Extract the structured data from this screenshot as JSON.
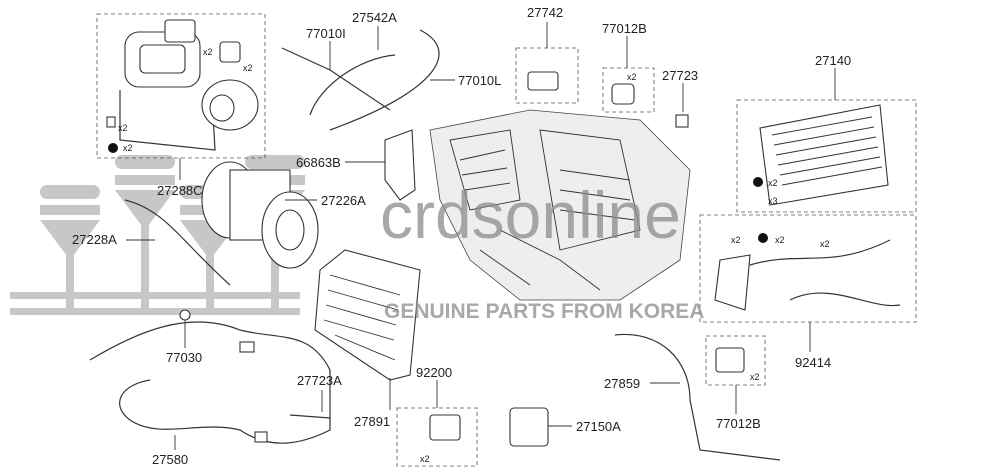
{
  "labels": {
    "p27542A": "27542A",
    "p77010I": "77010I",
    "p77010L": "77010L",
    "p27742": "27742",
    "p77012B_top": "77012B",
    "p27723": "27723",
    "p27140": "27140",
    "p66863B": "66863B",
    "p27288C": "27288C",
    "p27226A": "27226A",
    "p27228A": "27228A",
    "p77030": "77030",
    "p27723A": "27723A",
    "p27580": "27580",
    "p27891": "27891",
    "p92200": "92200",
    "p27150A": "27150A",
    "p27859": "27859",
    "p77012B_bottom": "77012B",
    "p92414": "92414"
  },
  "quantities": {
    "x2": "x2",
    "x3": "x3"
  },
  "watermark": {
    "brand": "crdsonline",
    "tagline": "GENUINE PARTS FROM KOREA"
  }
}
